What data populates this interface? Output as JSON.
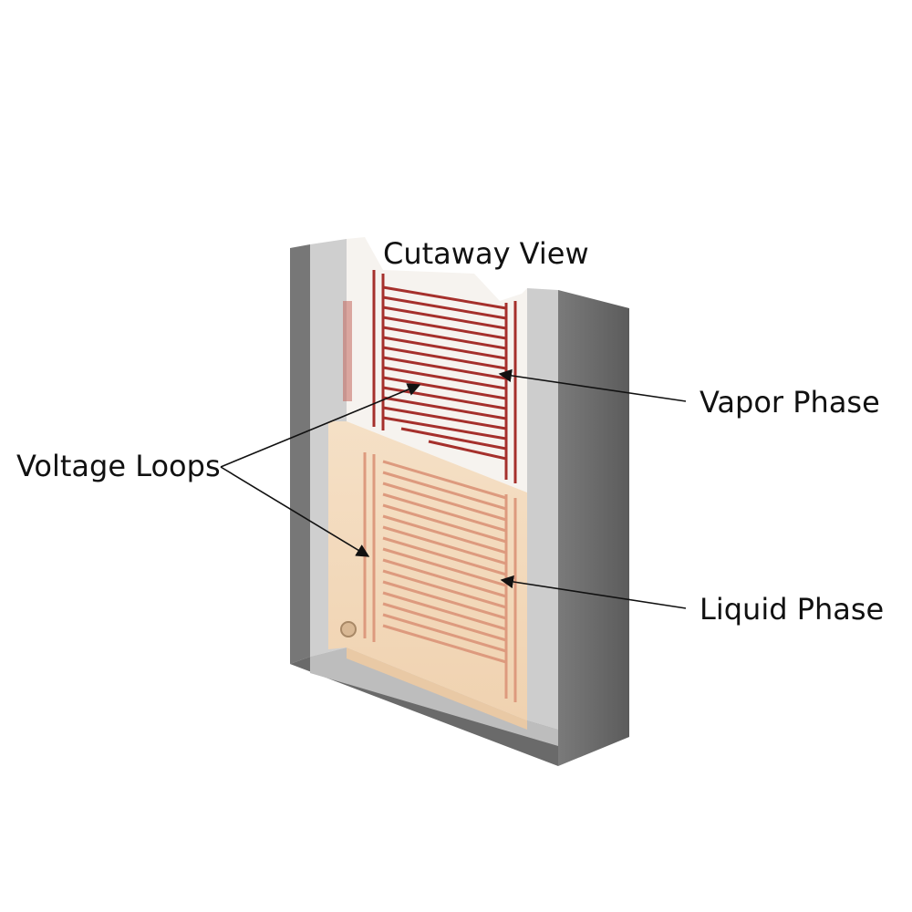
{
  "title": "Cutaway View",
  "labels": {
    "vapor_phase": "Vapor Phase",
    "liquid_phase": "Liquid Phase",
    "voltage_loops": "Voltage Loops"
  },
  "colors": {
    "tank_outer": "#6e6e6e",
    "tank_inner": "#c9c9c9",
    "trace_red": "#a5302c",
    "board_white": "#f6f3ef",
    "liquid_beige": "#f4dcbf",
    "liquid_trace": "#dd9a7e",
    "arrow": "#111111"
  }
}
